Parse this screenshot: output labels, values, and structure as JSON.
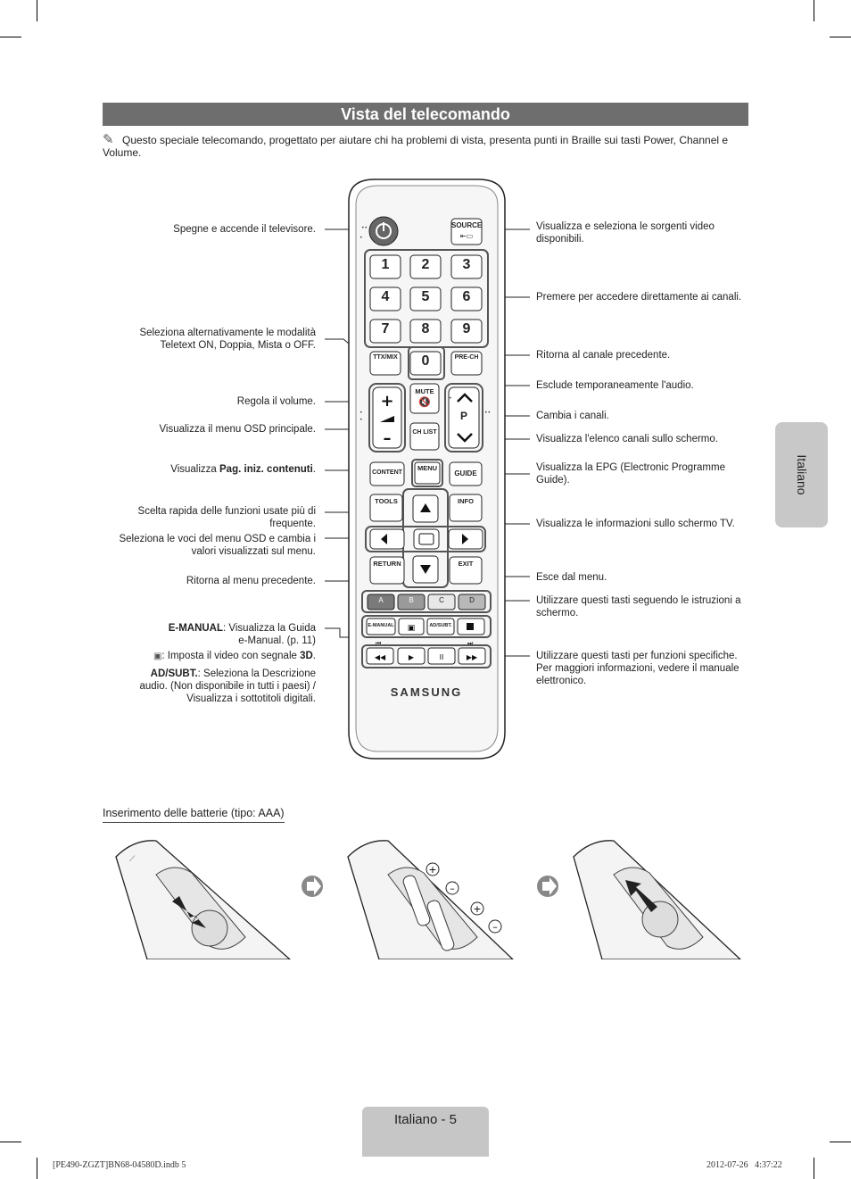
{
  "section_title": "Vista del telecomando",
  "note_text": "Questo speciale telecomando, progettato per aiutare chi ha problemi di vista, presenta punti in Braille sui tasti Power, Channel e Volume.",
  "left_labels": {
    "power": "Spegne e accende il televisore.",
    "teletext_1": "Seleziona alternativamente le modalità",
    "teletext_2": "Teletext ON, Doppia, Mista o OFF.",
    "volume": "Regola il volume.",
    "menu": "Visualizza il menu OSD principale.",
    "content_prefix": "Visualizza ",
    "content_bold": "Pag. iniz. contenuti",
    "content_suffix": ".",
    "tools_1": "Scelta rapida delle funzioni usate più di",
    "tools_2": "frequente.",
    "nav_1": "Seleziona le voci del menu OSD e cambia i",
    "nav_2": "valori visualizzati sul menu.",
    "return": "Ritorna al menu precedente.",
    "emanual_bold": "E-MANUAL",
    "emanual_1": ": Visualizza la Guida",
    "emanual_2": "e-Manual. (p. 11)",
    "threed_prefix": ": Imposta il video con segnale ",
    "threed_bold": "3D",
    "threed_suffix": ".",
    "adsubt_bold": "AD/SUBT.",
    "adsubt_1": ": Seleziona la Descrizione",
    "adsubt_2": "audio. (Non disponibile in tutti i paesi) /",
    "adsubt_3": "Visualizza i sottotitoli digitali."
  },
  "right_labels": {
    "source_1": "Visualizza e seleziona le sorgenti video",
    "source_2": "disponibili.",
    "numbers": "Premere per accedere direttamente ai canali.",
    "prech": "Ritorna al canale precedente.",
    "mute": "Esclude temporaneamente l'audio.",
    "channel": "Cambia i canali.",
    "chlist": "Visualizza l'elenco canali sullo schermo.",
    "guide_1": "Visualizza la EPG (Electronic Programme",
    "guide_2": "Guide).",
    "info": "Visualizza le informazioni sullo schermo TV.",
    "exit": "Esce dal menu.",
    "color_1": "Utilizzare questi tasti seguendo le istruzioni a",
    "color_2": "schermo.",
    "media_1": "Utilizzare questi tasti per funzioni specifiche.",
    "media_2": "Per maggiori informazioni, vedere il manuale",
    "media_3": "elettronico."
  },
  "remote": {
    "source": "SOURCE",
    "digits": [
      "1",
      "2",
      "3",
      "4",
      "5",
      "6",
      "7",
      "8",
      "9",
      "0"
    ],
    "ttx": "TTX/MIX",
    "prech": "PRE-CH",
    "mute": "MUTE",
    "p": "P",
    "chlist": "CH LIST",
    "content": "CONTENT",
    "menu": "MENU",
    "guide": "GUIDE",
    "tools": "TOOLS",
    "info": "INFO",
    "return": "RETURN",
    "exit": "EXIT",
    "colors": [
      "A",
      "B",
      "C",
      "D"
    ],
    "emanual": "E-MANUAL",
    "adsubt": "AD/SUBT.",
    "brand": "SAMSUNG"
  },
  "side_tab": "Italiano",
  "battery_title": "Inserimento delle batterie (tipo: AAA)",
  "page_label": "Italiano - 5",
  "footer_left": "[PE490-ZGZT]BN68-04580D.indb   5",
  "footer_right": "2012-07-26     4:37:22"
}
